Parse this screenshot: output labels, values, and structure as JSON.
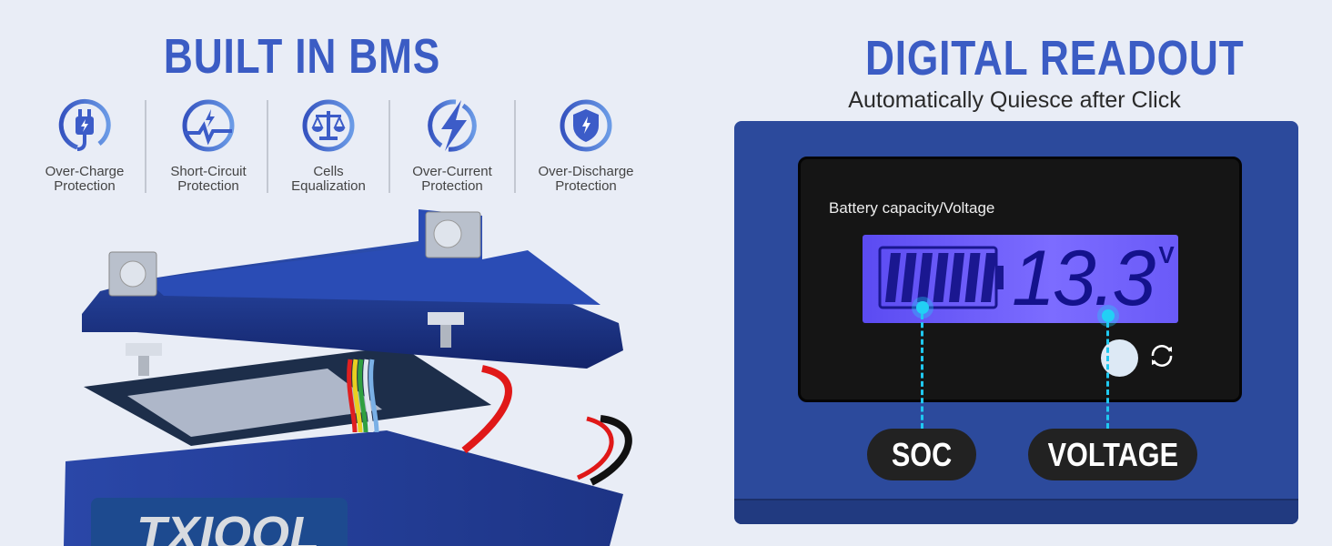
{
  "left": {
    "title": "BUILT IN BMS",
    "features": [
      {
        "icon": "plug-bolt-icon",
        "line1": "Over-Charge",
        "line2": "Protection"
      },
      {
        "icon": "short-circuit-icon",
        "line1": "Short-Circuit",
        "line2": "Protection"
      },
      {
        "icon": "balance-scale-icon",
        "line1": "Cells",
        "line2": "Equalization"
      },
      {
        "icon": "lightning-icon",
        "line1": "Over-Current",
        "line2": "Protection"
      },
      {
        "icon": "shield-bolt-icon",
        "line1": "Over-Discharge",
        "line2": "Protection"
      }
    ],
    "brand_logo": "TXIOOL"
  },
  "right": {
    "title": "DIGITAL READOUT",
    "subtitle": "Automatically Quiesce after Click",
    "display_label": "Battery capacity/Voltage",
    "voltage_value": "13.3",
    "voltage_unit": "V",
    "battery_bars": 7,
    "callouts": {
      "soc": "SOC",
      "voltage": "VOLTAGE"
    }
  },
  "colors": {
    "accent": "#3b5cc4",
    "panel": "#2c4a9c",
    "lcd": "#6a5af8",
    "callout_line": "#1fc8f0"
  }
}
